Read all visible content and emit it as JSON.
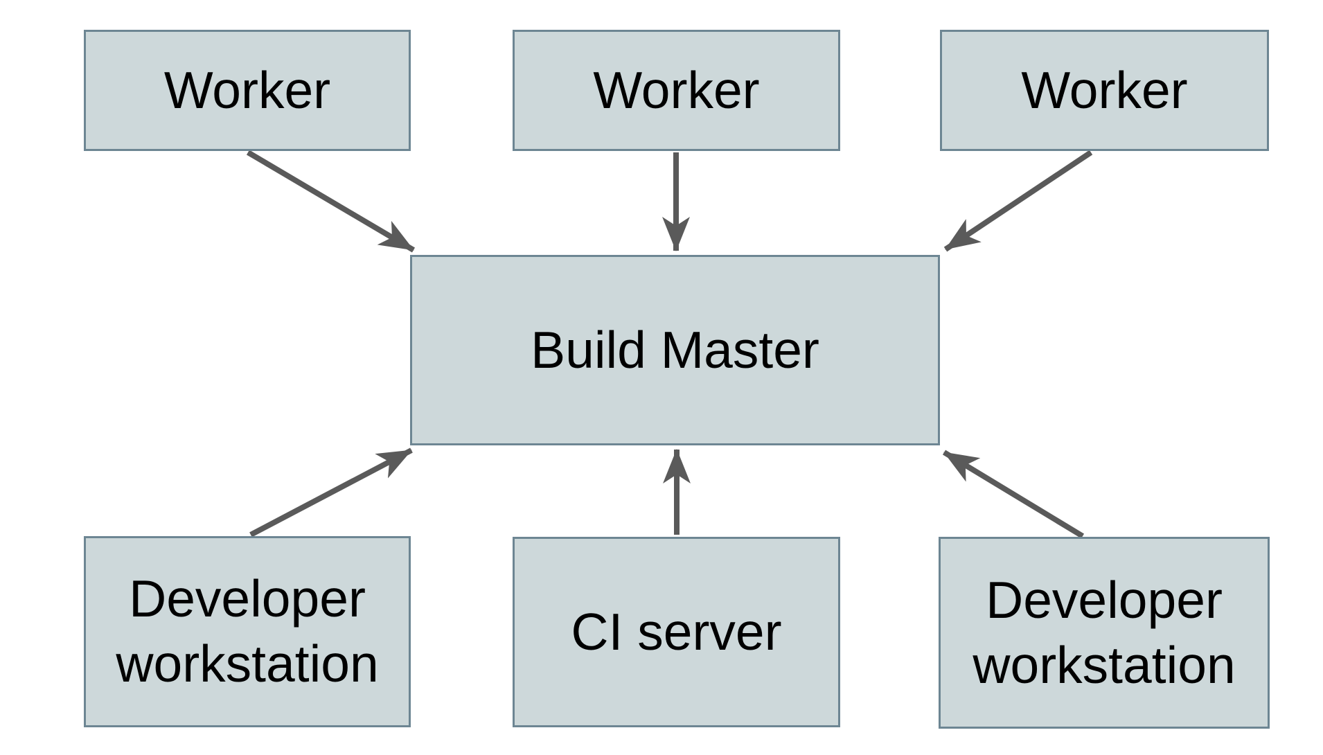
{
  "diagram": {
    "nodes": {
      "worker_left": {
        "label": "Worker"
      },
      "worker_middle": {
        "label": "Worker"
      },
      "worker_right": {
        "label": "Worker"
      },
      "build_master": {
        "label": "Build Master"
      },
      "dev_workstation_left": {
        "label": "Developer workstation"
      },
      "ci_server": {
        "label": "CI server"
      },
      "dev_workstation_right": {
        "label": "Developer workstation"
      }
    },
    "edges": [
      {
        "from": "worker_left",
        "to": "build_master"
      },
      {
        "from": "worker_middle",
        "to": "build_master"
      },
      {
        "from": "worker_right",
        "to": "build_master"
      },
      {
        "from": "dev_workstation_left",
        "to": "build_master"
      },
      {
        "from": "ci_server",
        "to": "build_master"
      },
      {
        "from": "dev_workstation_right",
        "to": "build_master"
      }
    ],
    "colors": {
      "background": "#ffffff",
      "node_fill": "#cdd8da",
      "node_border": "#6d8693",
      "arrow": "#5a5a5a",
      "text": "#000000"
    }
  }
}
